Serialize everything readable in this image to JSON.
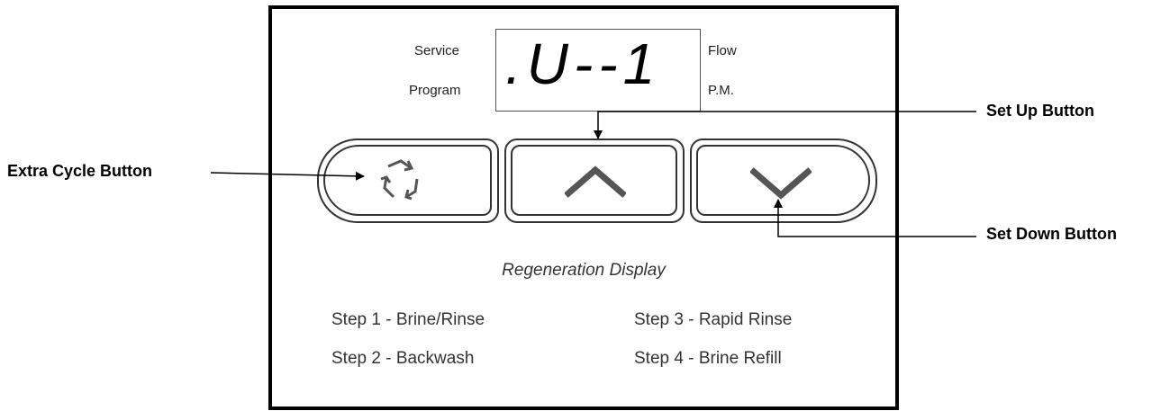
{
  "display": {
    "left_labels": [
      "Service",
      "Program"
    ],
    "right_labels": [
      "Flow",
      "P.M."
    ],
    "readout": ".U--1"
  },
  "buttons": [
    {
      "id": "extra-cycle",
      "icon": "recycle-arrows-icon"
    },
    {
      "id": "set-up",
      "icon": "chevron-up-icon"
    },
    {
      "id": "set-down",
      "icon": "chevron-down-icon"
    }
  ],
  "callouts": {
    "extra_cycle": "Extra Cycle Button",
    "set_up": "Set Up Button",
    "set_down": "Set Down Button"
  },
  "regeneration": {
    "title": "Regeneration Display",
    "steps": [
      "Step 1 - Brine/Rinse",
      "Step 2 - Backwash",
      "Step 3 - Rapid Rinse",
      "Step 4 - Brine Refill"
    ]
  },
  "colors": {
    "icon_gray": "#555555",
    "outline": "#333333"
  }
}
